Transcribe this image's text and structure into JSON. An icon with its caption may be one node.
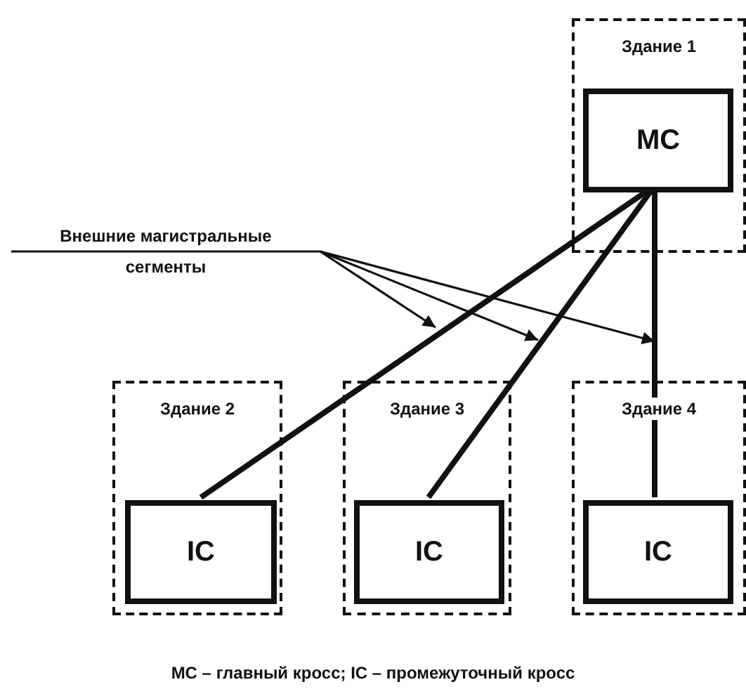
{
  "diagram": {
    "caption": "МС – главный кросс; IC – промежуточный кросс",
    "nodes": [
      {
        "text": [
          "Здание 1"
        ]
      },
      {
        "text": [
          "МС"
        ],
        "in": 0
      },
      {
        "text": [
          "Здание 2"
        ]
      },
      {
        "text": [
          "IC"
        ],
        "in": 2
      },
      {
        "text": [
          "Здание 3"
        ]
      },
      {
        "text": [
          "IC"
        ],
        "in": 4
      },
      {
        "text": [
          "Здание 4"
        ]
      },
      {
        "text": [
          "IC"
        ],
        "in": 6
      },
      {
        "text": [
          "Внешние магистральные сегменты"
        ]
      }
    ],
    "edges": [
      {
        "from": 1,
        "to": 3,
        "arrow": "none",
        "style": "thick"
      },
      {
        "from": 1,
        "to": 5,
        "arrow": "none",
        "style": "thick"
      },
      {
        "from": 1,
        "to": 7,
        "arrow": "none",
        "style": "thick"
      },
      {
        "from": 8,
        "to": null,
        "arrow": "to"
      },
      {
        "from": 8,
        "to": null,
        "arrow": "to"
      },
      {
        "from": 8,
        "to": null,
        "arrow": "to"
      }
    ]
  }
}
